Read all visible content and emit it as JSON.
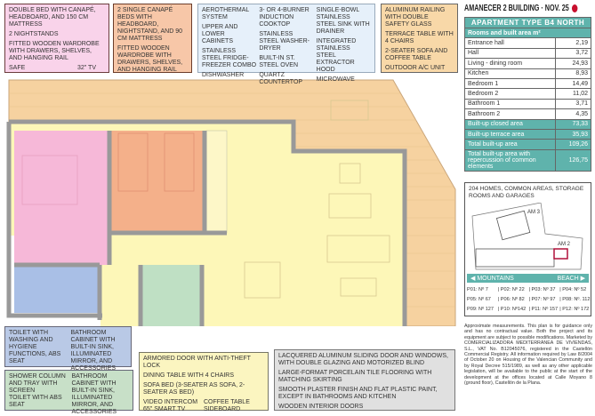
{
  "legend_boxes": {
    "bedroom1": [
      "DOUBLE BED WITH CANAPÉ, HEADBOARD, AND 150 CM MATTRESS",
      "2 NIGHTSTANDS",
      "FITTED WOODEN WARDROBE WITH DRAWERS, SHELVES, AND HANGING RAIL",
      "SAFE",
      "32\" TV"
    ],
    "bedroom2": [
      "2 SINGLE CANAPÉ BEDS WITH HEADBOARD, NIGHTSTAND, AND 90 CM MATTRESS",
      "FITTED WOODEN WARDROBE WITH DRAWERS, SHELVES, AND HANGING RAIL"
    ],
    "kitchen": {
      "col1": [
        "AEROTHERMAL SYSTEM",
        "UPPER AND LOWER CABINETS",
        "STAINLESS STEEL FRIDGE-FREEZER COMBO",
        "DISHWASHER"
      ],
      "col2": [
        "3- OR 4-BURNER INDUCTION COOKTOP",
        "STAINLESS STEEL WASHER-DRYER",
        "BUILT-IN ST. STEEL OVEN",
        "QUARTZ COUNTERTOP"
      ],
      "col3": [
        "SINGLE-BOWL STAINLESS STEEL SINK WITH DRAINER",
        "INTEGRATED STAINLESS STEEL EXTRACTOR HOOD",
        "MICROWAVE"
      ]
    },
    "terrace": [
      "ALUMINUM RAILING WITH DOUBLE SAFETY GLASS",
      "TERRACE TABLE WITH 4 CHAIRS",
      "2-SEATER SOFA AND COFFEE TABLE",
      "OUTDOOR A/C UNIT"
    ],
    "bathroom1": {
      "col1": "TOILET WITH WASHING AND HYGIENE FUNCTIONS, ABS SEAT",
      "col2": "BATHROOM CABINET WITH BUILT-IN SINK, ILLUMINATED MIRROR, AND ACCESSORIES"
    },
    "bathroom2": {
      "col1": [
        "SHOWER COLUMN AND TRAY WITH SCREEN",
        "TOILET WITH ABS SEAT"
      ],
      "col2": "BATHROOM CABINET WITH BUILT-IN SINK, ILLUMINATED MIRROR, AND ACCESSORIES"
    },
    "living": [
      "ARMORED DOOR WITH ANTI-THEFT LOCK",
      "DINING TABLE WITH 4 CHAIRS",
      "SOFA BED (3-SEATER AS SOFA, 2-SEATER AS BED)",
      "VIDEO  INTERCOM",
      "COFFEE TABLE",
      "65\" SMART TV",
      "SIDEBOARD"
    ],
    "general": [
      "LACQUERED ALUMINUM SLIDING DOOR AND WINDOWS, WITH DOUBLE GLAZING AND MOTORIZED BLIND",
      "LARGE-FORMAT PORCELAIN TILE FLOORING WITH MATCHING SKIRTING",
      "SMOOTH PLASTER FINISH AND FLAT PLASTIC PAINT, EXCEPT IN BATHROOMS AND KITCHEN",
      "WOODEN INTERIOR DOORS"
    ]
  },
  "header": {
    "title": "AMANECER 2 BUILDING · NOV. 25",
    "flag_icon": "uk-flag"
  },
  "area_table": {
    "title": "APARTMENT TYPE B4 NORTH",
    "subtitle": "Rooms and built area m²",
    "rows": [
      {
        "name": "Entrance hall",
        "value": "2,19"
      },
      {
        "name": "Hall",
        "value": "3,72"
      },
      {
        "name": "Living - dining room",
        "value": "24,93"
      },
      {
        "name": "Kitchen",
        "value": "8,93"
      },
      {
        "name": "Bedroom 1",
        "value": "14,49"
      },
      {
        "name": "Bedroom 2",
        "value": "11,02"
      },
      {
        "name": "Bathroom 1",
        "value": "3,71"
      },
      {
        "name": "Bathroom 2",
        "value": "4,35"
      }
    ],
    "summary": [
      {
        "name": "Built-up closed area",
        "value": "73,33"
      },
      {
        "name": "Built-up terrace area",
        "value": "35,93"
      },
      {
        "name": "Total built-up area",
        "value": "109,26"
      },
      {
        "name": "Total built-up area with repercussion of common elements",
        "value": "126,75"
      }
    ]
  },
  "site_map": {
    "caption": "204 HOMES, COMMON AREAS, STORAGE ROOMS AND GARAGES",
    "label_am3": "AM 3",
    "label_am2": "AM 2",
    "left": "MOUNTAINS",
    "right": "BEACH",
    "highlight_color": "#b0103a",
    "floors": [
      "P01: Nº 7",
      "| P02: Nº 22",
      "| P03: Nº 37",
      "| P04: Nº 52",
      "P05: Nº 67",
      "| P06: Nº 82",
      "| P07: Nº 97",
      "| P08: Nº. 112",
      "P09: Nº 127",
      "| P10: Nº142",
      "| P11: Nº 157",
      "| P12: Nº 172"
    ]
  },
  "disclaimer": "Approximate measurements. This plan is for guidance only and has no contractual value. Both the project and its equipment are subject to possible modifications. Marketed by COMERCIALIZADORA MEDITERRÁNEA DE VIVIENDAS, S.L., VAT No. B12045076, registered in the Castellón Commercial Registry. All information required by Law 8/2004 of October 20 on Housing of the Valencian Community and by Royal Decree 515/1989, as well as any other applicable legislation, will be available to the public at the start of the development at the offices located at Calle Moyano 8 (ground floor), Castellón de la Plana.",
  "colors": {
    "bedroom1": "#f6b8d8",
    "bedroom2": "#f4b08a",
    "living": "#fdf7b8",
    "bathroom1": "#a9bfe6",
    "bathroom2": "#bfe0c4",
    "terrace": "#f6d2a0",
    "accent": "#5fb3ac"
  }
}
